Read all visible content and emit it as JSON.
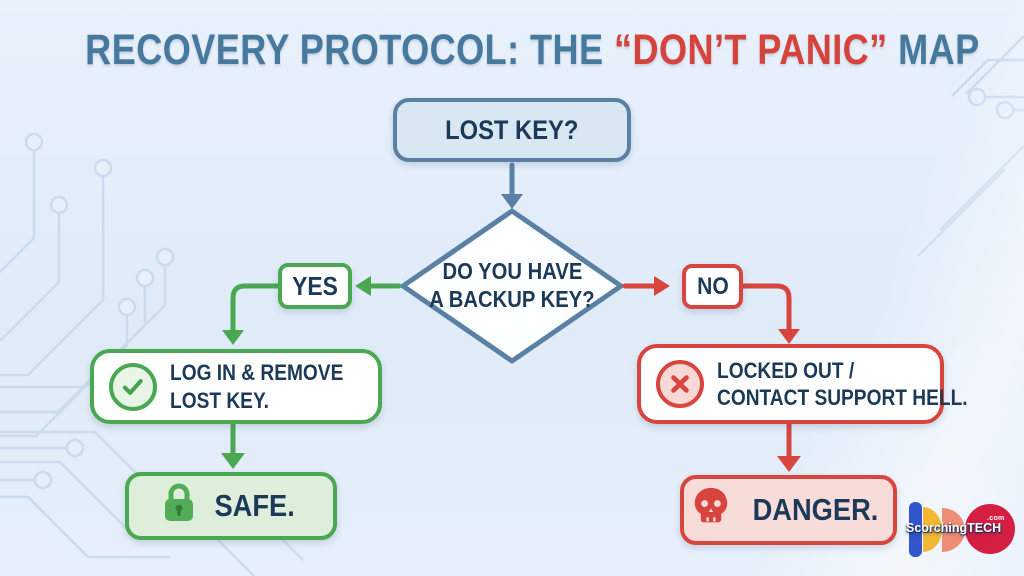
{
  "title": {
    "prefix": "RECOVERY PROTOCOL: THE ",
    "highlight": "“DON’T PANIC”",
    "suffix": " MAP"
  },
  "flowchart": {
    "start": {
      "label": "LOST KEY?"
    },
    "decision": {
      "line1": "DO YOU HAVE",
      "line2": "A BACKUP KEY?"
    },
    "yes_label": "YES",
    "no_label": "NO",
    "yes_action": {
      "line1": "LOG IN & REMOVE",
      "line2": "LOST KEY.",
      "icon": "check-circle-icon"
    },
    "no_action": {
      "line1": "LOCKED OUT /",
      "line2": "CONTACT SUPPORT HELL.",
      "icon": "x-circle-icon"
    },
    "yes_outcome": {
      "label": "SAFE.",
      "icon": "padlock-icon"
    },
    "no_outcome": {
      "label": "DANGER.",
      "icon": "skull-icon"
    }
  },
  "colors": {
    "background": "#e3eefa",
    "slate_border": "#5a80a3",
    "navy_text": "#1c3a58",
    "green": "#4aa852",
    "green_fill": "#ddefdb",
    "red": "#d8453e",
    "red_fill": "#f8dcda",
    "title_blue": "#47789e",
    "title_red": "#d6433c",
    "circuit_line": "#c9dbee"
  },
  "logo": {
    "name": "ScorchingTECH",
    "tld": ".com"
  }
}
